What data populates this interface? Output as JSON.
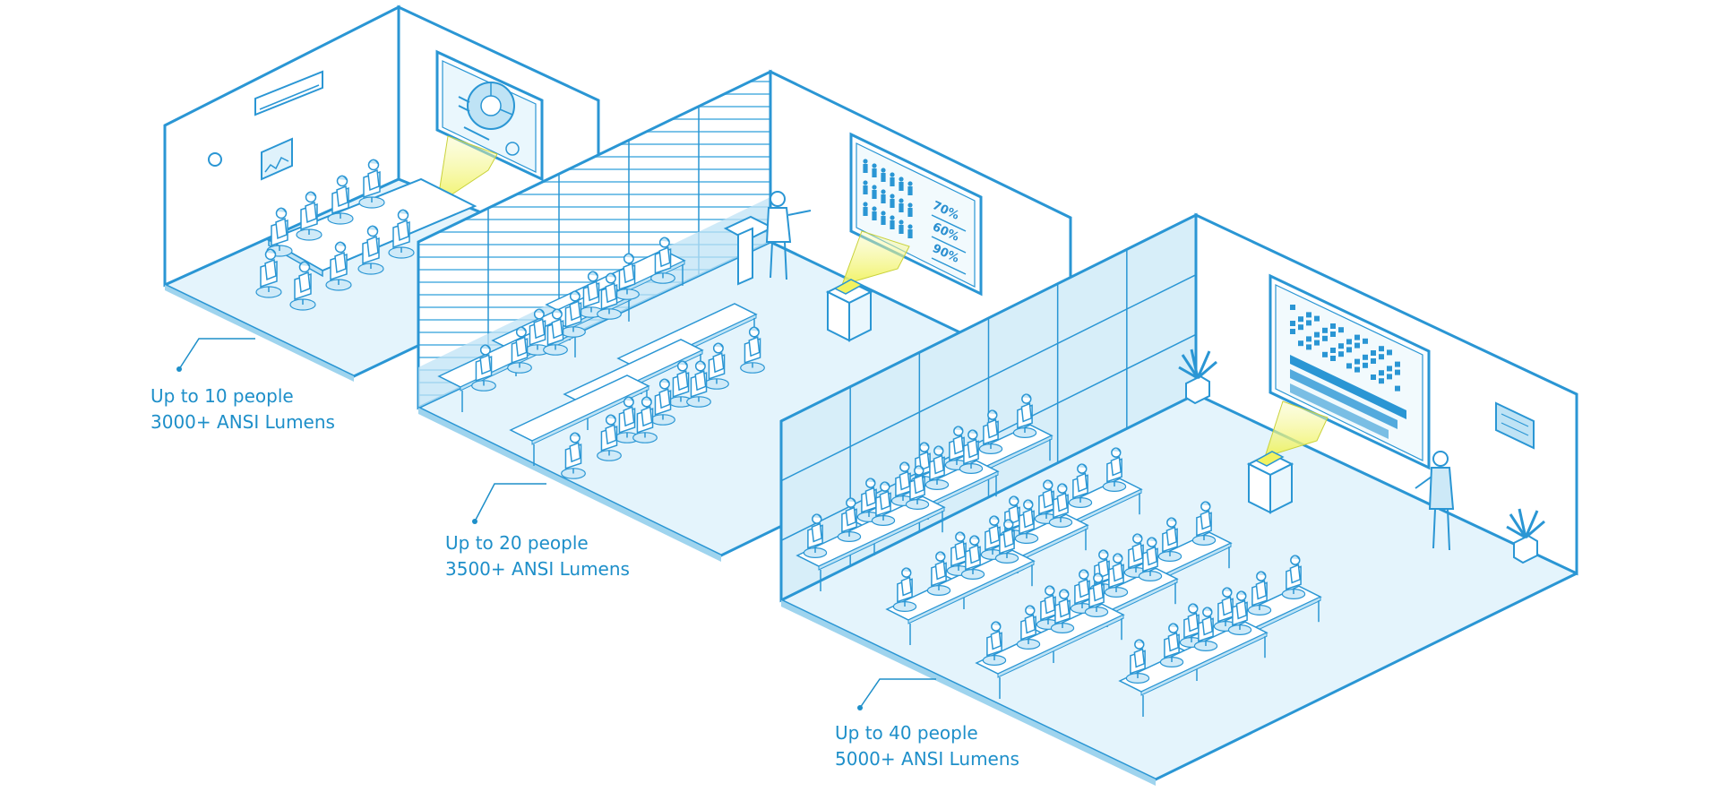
{
  "rooms": [
    {
      "id": "small",
      "capacity_label": "Up to 10 people",
      "lumens_label": "3000+ ANSI Lumens"
    },
    {
      "id": "medium",
      "capacity_label": "Up to 20 people",
      "lumens_label": "3500+ ANSI Lumens",
      "screen_percentages": [
        "70%",
        "60%",
        "90%"
      ]
    },
    {
      "id": "large",
      "capacity_label": "Up to 40 people",
      "lumens_label": "5000+ ANSI Lumens"
    }
  ],
  "colors": {
    "line": "#2a96d4",
    "floor": "#e4f4fc",
    "wall": "#ffffff",
    "panel": "#bfe3f5",
    "light_beam": "#eef25a",
    "caption": "#1e8fc9"
  }
}
